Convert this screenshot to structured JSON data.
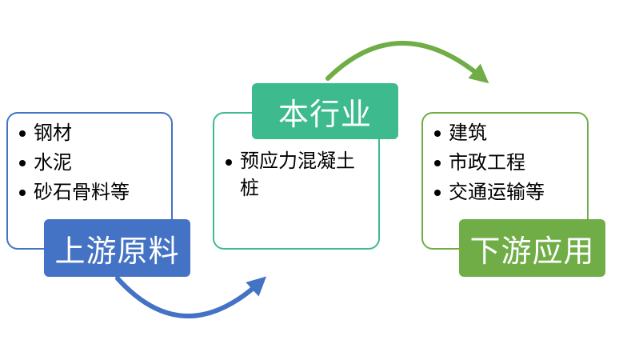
{
  "colors": {
    "upstream": "#4472c4",
    "industry": "#3dbb8e",
    "downstream": "#70ad47"
  },
  "upstream": {
    "title": "上游原料",
    "items": [
      "钢材",
      "水泥",
      "砂石骨料等"
    ]
  },
  "industry": {
    "title": "本行业",
    "items": [
      "预应力混凝土桩"
    ]
  },
  "downstream": {
    "title": "下游应用",
    "items": [
      "建筑",
      "市政工程",
      "交通运输等"
    ]
  }
}
